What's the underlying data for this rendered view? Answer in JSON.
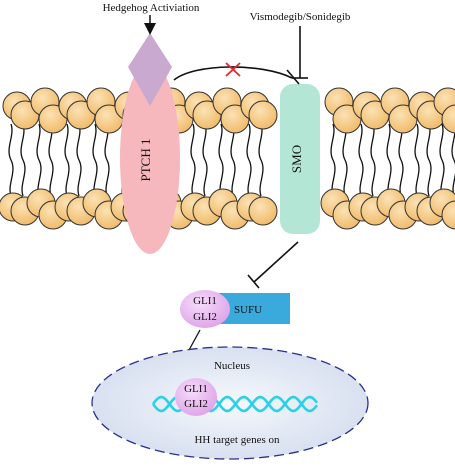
{
  "labels": {
    "hedgehog": "Hedgehog Activiation",
    "drugs": "Vismodegib/Sonidegib",
    "ptch": "PTCH 1",
    "smo": "SMO",
    "gli_top": [
      "GLI1",
      "GLI2"
    ],
    "sufu": "SUFU",
    "nucleus": "Nucleus",
    "gli_nucleus": [
      "GLI1",
      "GLI2"
    ],
    "target": "HH target genes on"
  },
  "colors": {
    "lipid_head": "#f3c57e",
    "ptch": "#f6b8bd",
    "smo": "#b4e6d6",
    "ligand": "#c9a9cf",
    "gli": "#e8b6ef",
    "sufu": "#3aa9dc",
    "nucleus_fill": "#dde5f2",
    "dna": "#2ad1e6",
    "inhibition_x": "#e8262a"
  }
}
